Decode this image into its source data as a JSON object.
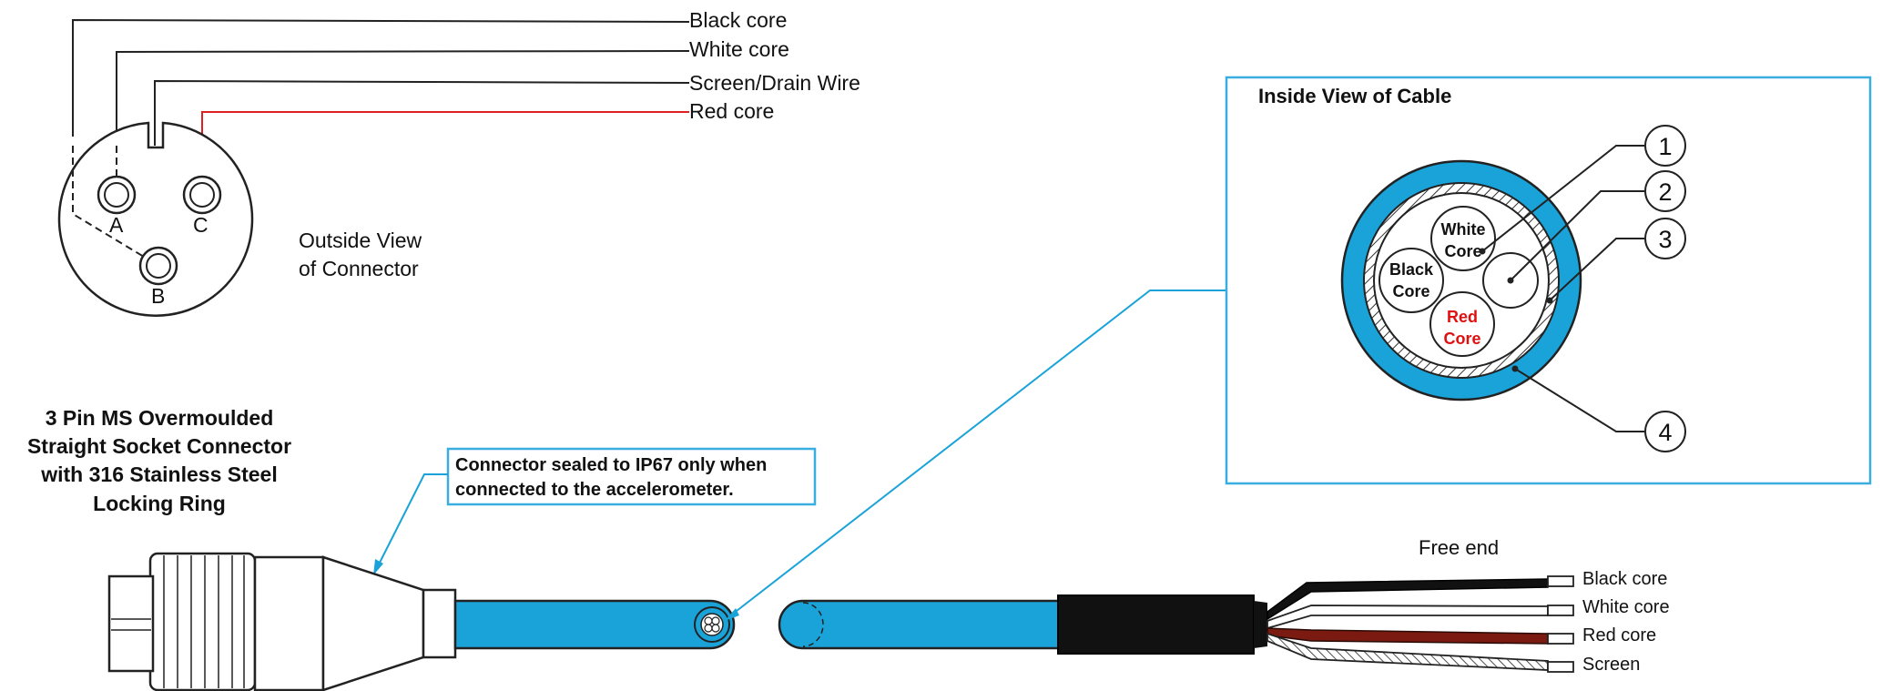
{
  "wiring": {
    "black_core": "Black core",
    "white_core": "White core",
    "screen_drain": "Screen/Drain Wire",
    "red_core": "Red core"
  },
  "connector_pins": {
    "a": "A",
    "b": "B",
    "c": "C"
  },
  "outside_view": {
    "line1": "Outside View",
    "line2": "of Connector"
  },
  "connector_title": {
    "line1": "3 Pin MS Overmoulded",
    "line2": "Straight Socket Connector",
    "line3": "with 316 Stainless Steel",
    "line4": "Locking Ring"
  },
  "callout": {
    "line1": "Connector sealed to IP67 only when",
    "line2": "connected to the accelerometer."
  },
  "inside_view": {
    "title": "Inside View of Cable",
    "white_core_1": "White",
    "white_core_2": "Core",
    "black_core_1": "Black",
    "black_core_2": "Core",
    "red_core_1": "Red",
    "red_core_2": "Core",
    "numbers": [
      "1",
      "2",
      "3",
      "4"
    ]
  },
  "free_end": {
    "title": "Free end",
    "black_core": "Black core",
    "white_core": "White core",
    "red_core": "Red core",
    "screen": "Screen"
  },
  "colors": {
    "cable_blue": "#1aa3d9",
    "frame_blue": "#3aaee0",
    "red_wire": "#e02020",
    "red_text": "#e01010",
    "dark_red_wire": "#7a1a10"
  }
}
